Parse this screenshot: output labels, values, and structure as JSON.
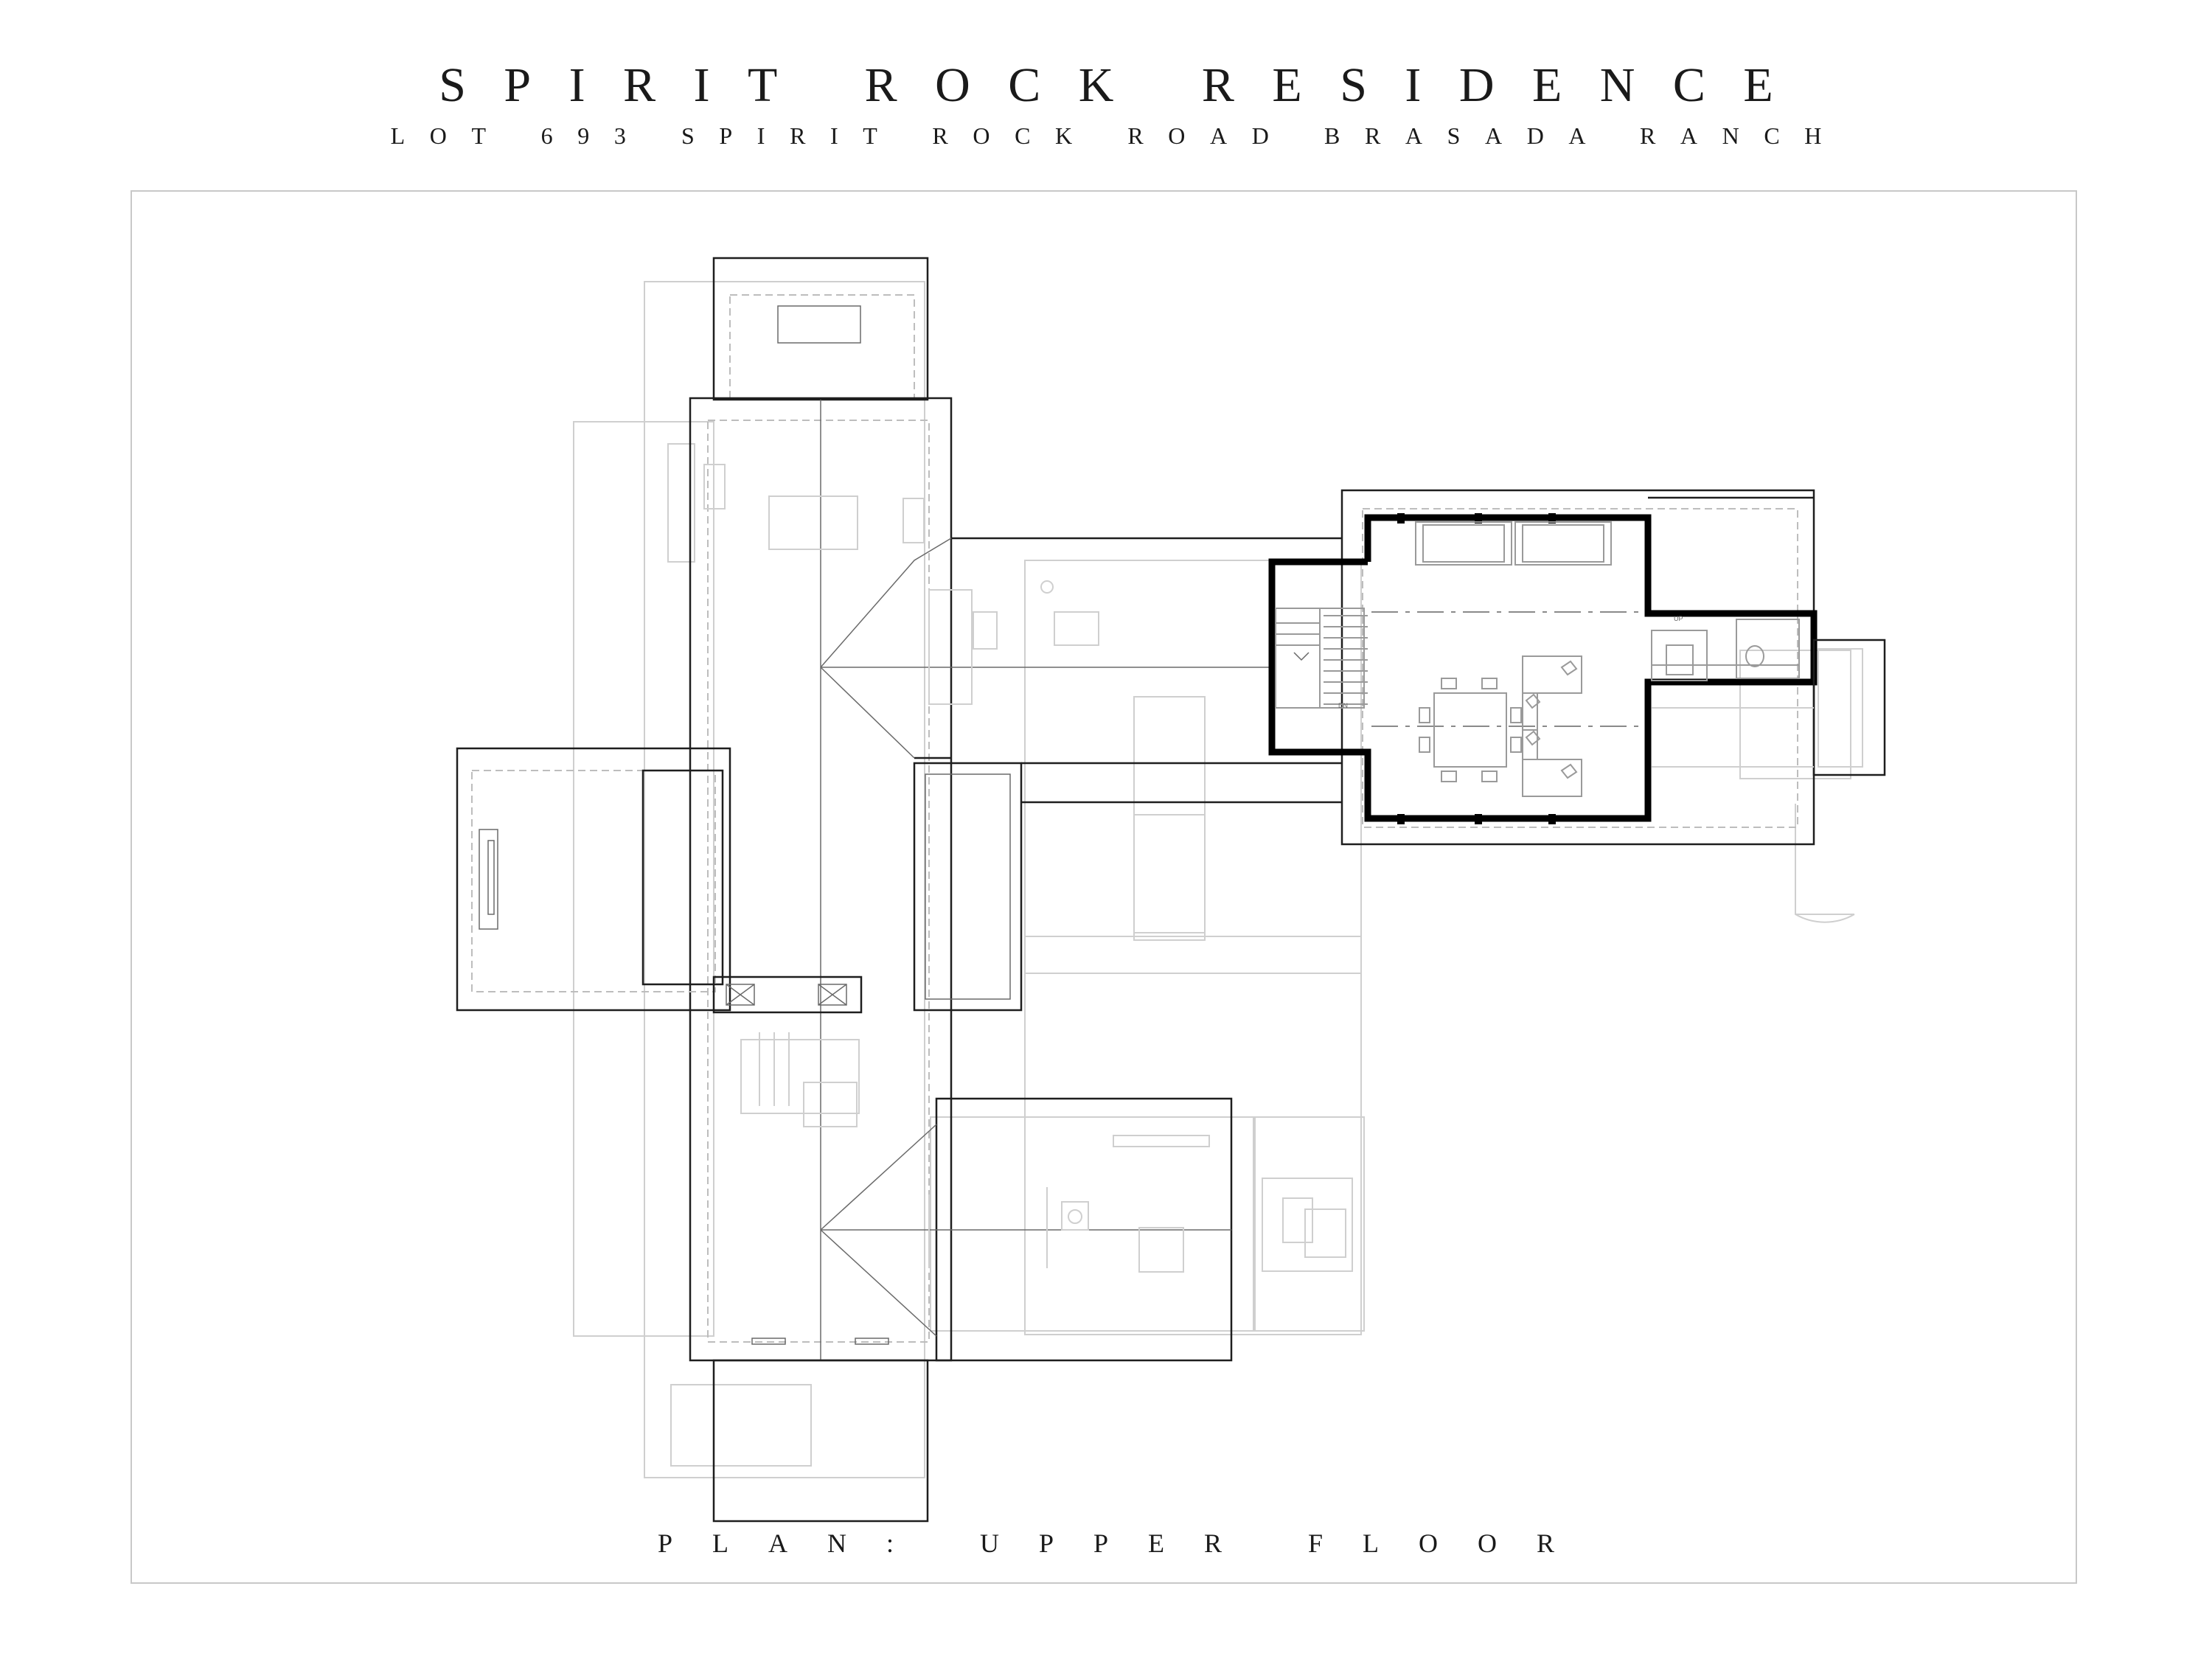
{
  "header": {
    "title": "SPIRIT ROCK RESIDENCE",
    "subtitle": "LOT 693 SPIRIT ROCK ROAD BRASADA RANCH"
  },
  "plan": {
    "label": "PLAN: UPPER FLOOR",
    "stair_up_label": "UP",
    "stair_dn_label": "DN"
  }
}
